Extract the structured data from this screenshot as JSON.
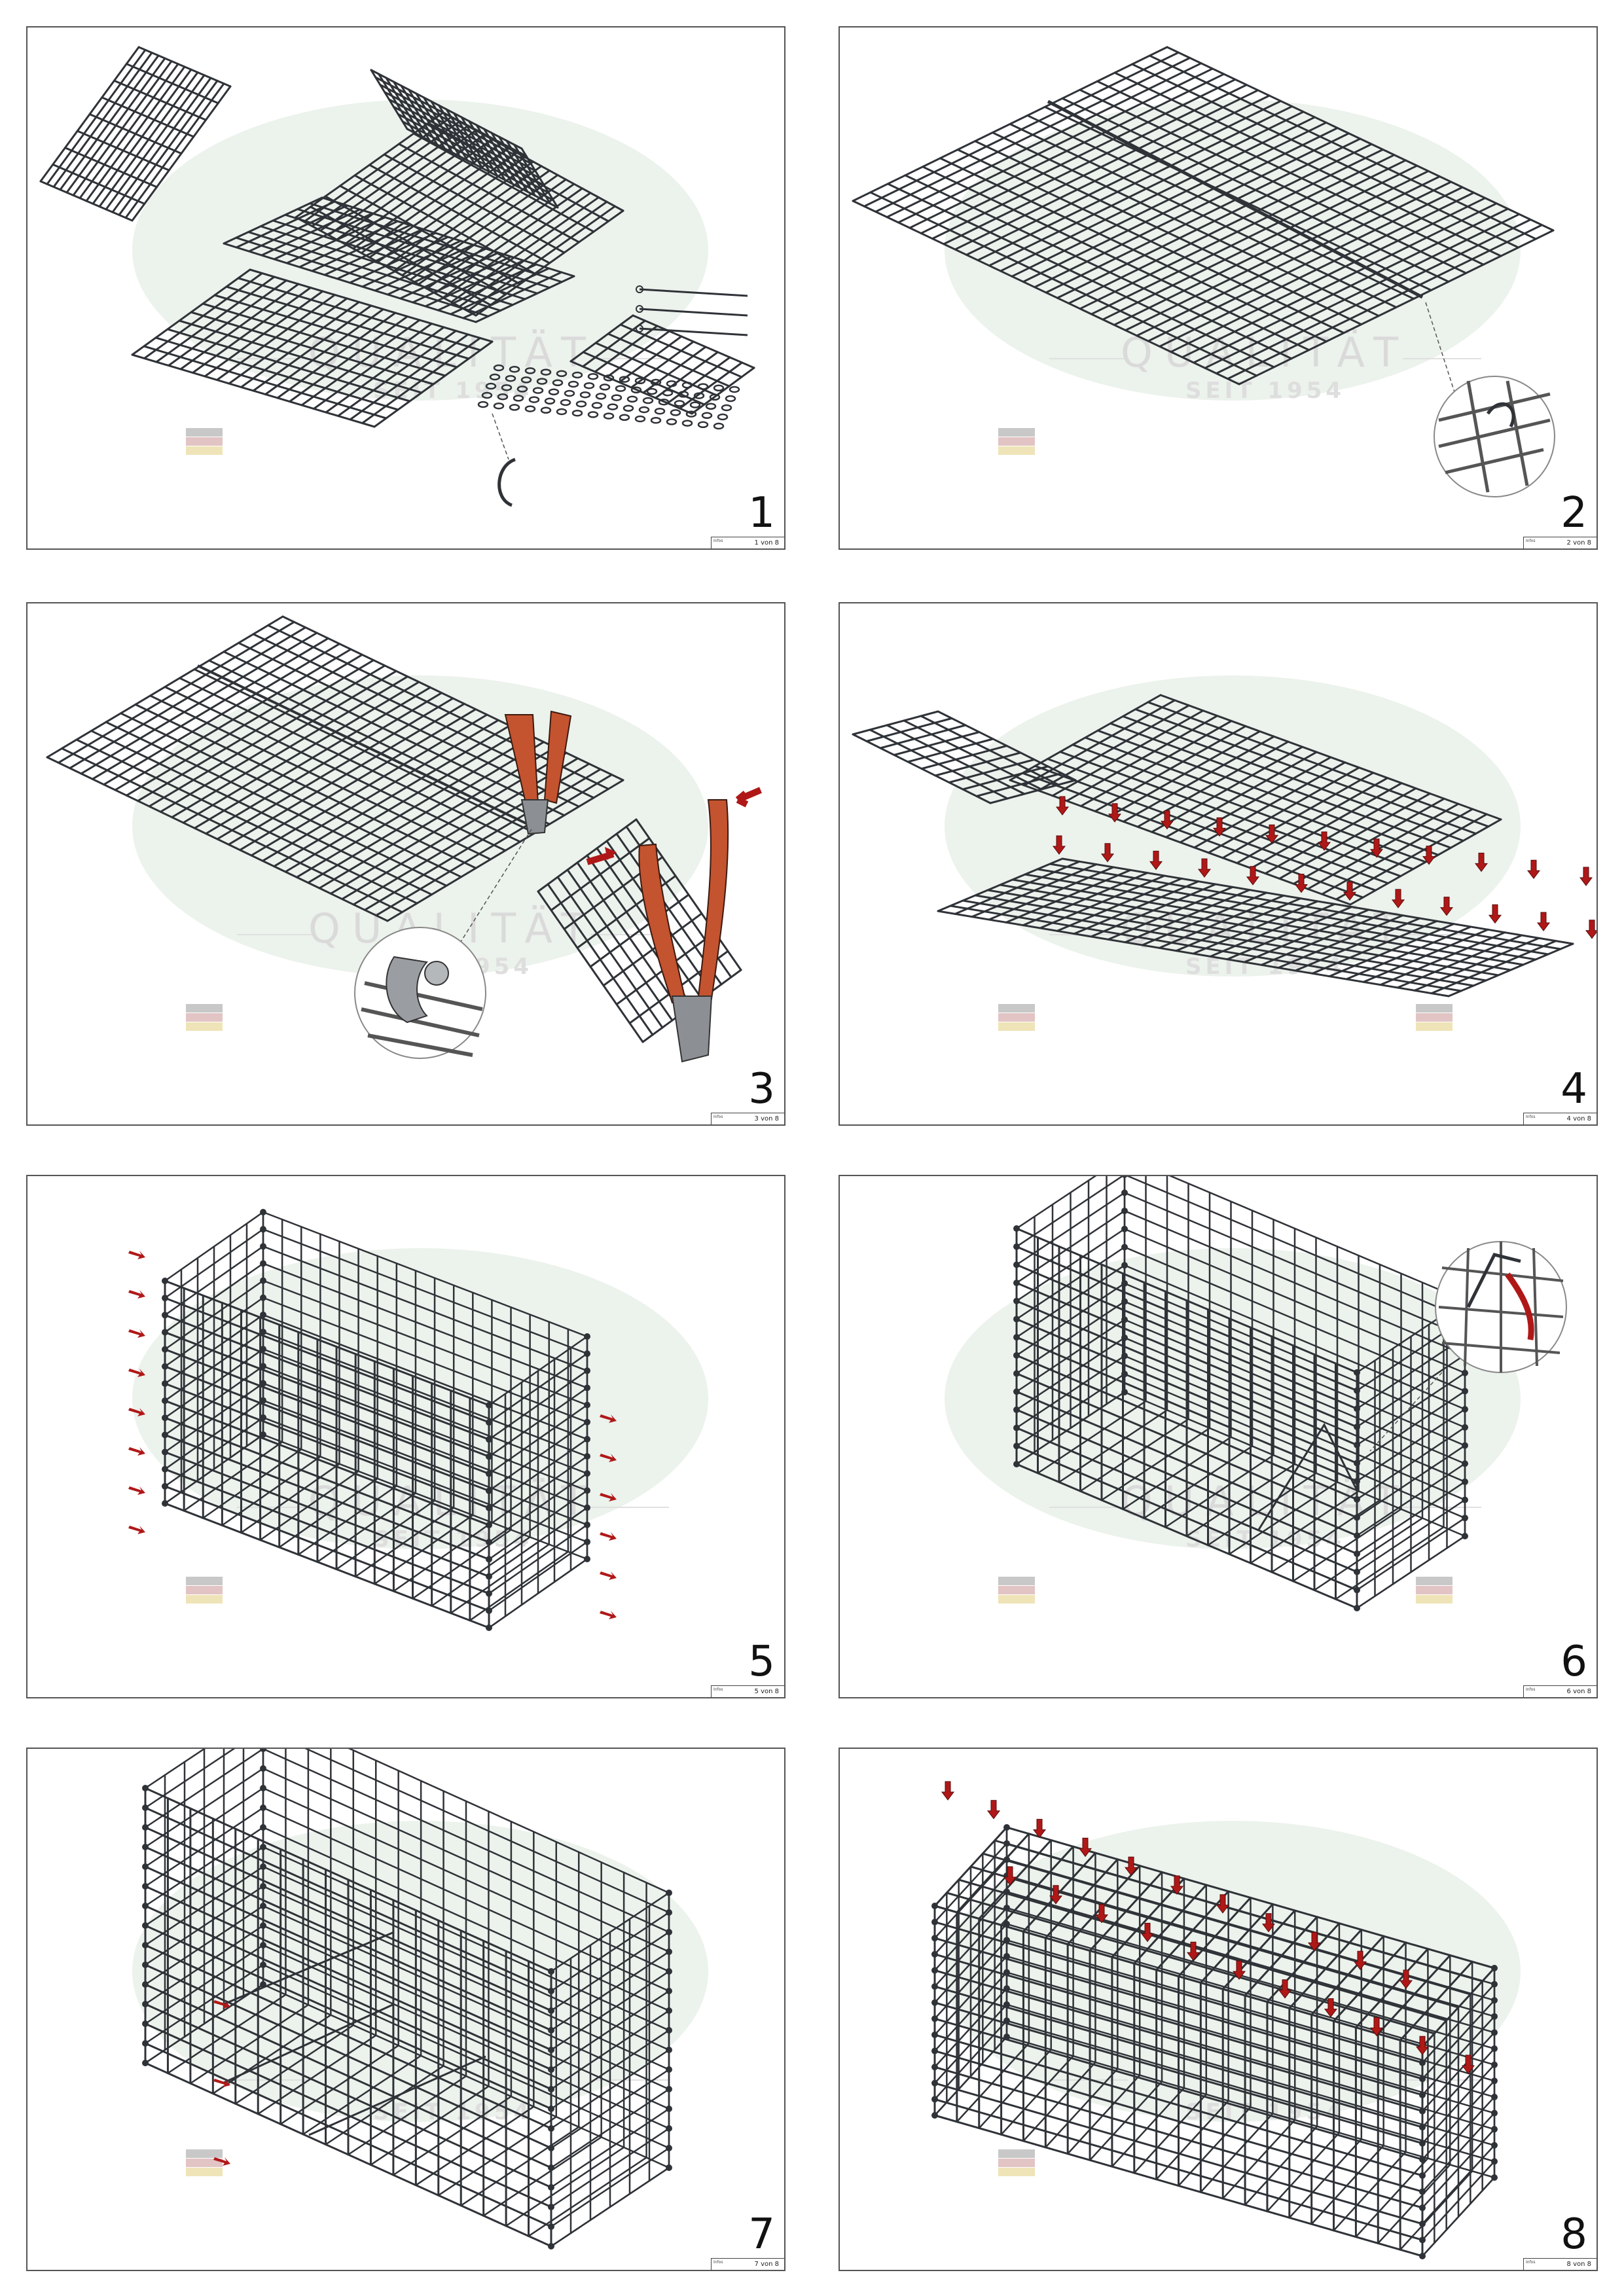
{
  "colors": {
    "wire": "#2f3338",
    "arrow": "#b01818",
    "handle": "#c4532f",
    "tool": "#8c8f93"
  },
  "watermark": {
    "word": "QUALITÄT",
    "since": "SEIT 1954"
  },
  "panels": [
    {
      "step": "1",
      "page": "1 von 8",
      "footer_tag": "Infos"
    },
    {
      "step": "2",
      "page": "2 von 8",
      "footer_tag": "Infos"
    },
    {
      "step": "3",
      "page": "3 von 8",
      "footer_tag": "Infos"
    },
    {
      "step": "4",
      "page": "4 von 8",
      "footer_tag": "Infos"
    },
    {
      "step": "5",
      "page": "5 von 8",
      "footer_tag": "Infos"
    },
    {
      "step": "6",
      "page": "6 von 8",
      "footer_tag": "Infos"
    },
    {
      "step": "7",
      "page": "7 von 8",
      "footer_tag": "Infos"
    },
    {
      "step": "8",
      "page": "8 von 8",
      "footer_tag": "Infos"
    }
  ]
}
